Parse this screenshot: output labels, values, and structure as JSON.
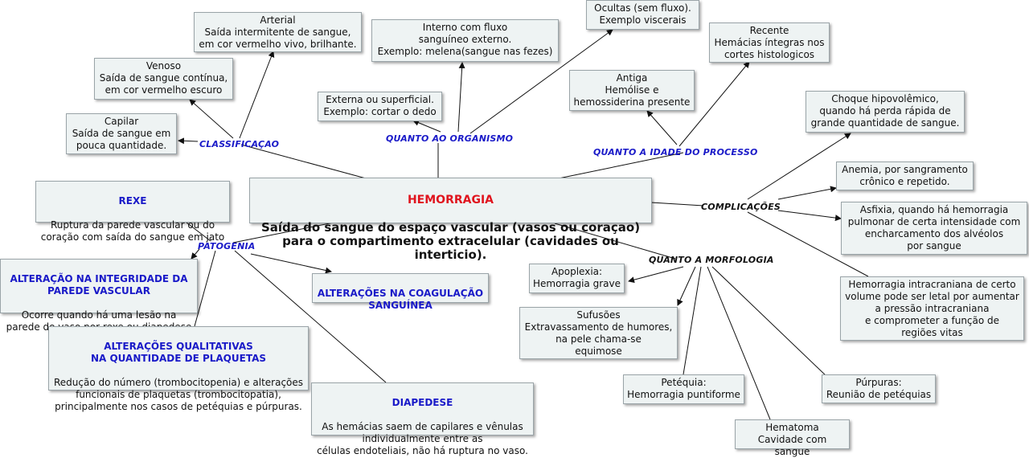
{
  "center": {
    "title": "HEMORRAGIA",
    "lines": "Saída do sangue do espaço vascular (vasos ou coraçao)\npara o compartimento extracelular (cavidades ou interticio)."
  },
  "labels": {
    "classificacao": "CLASSIFICAÇAO",
    "quanto_organismo": "QUANTO AO ORGANISMO",
    "quanto_idade": "QUANTO A IDADE DO PROCESSO",
    "complicacoes": "COMPLICAÇÕES",
    "quanto_morfologia": "QUANTO A MORFOLOGIA",
    "patogenia": "PATOGENIA"
  },
  "classificacao": {
    "arterial": "Arterial\nSaída intermitente de sangue,\nem cor vermelho vivo, brilhante.",
    "venoso": "Venoso\nSaída de sangue contínua,\nem cor vermelho escuro",
    "capilar": "Capilar\nSaída de sangue em\npouca quantidade."
  },
  "organismo": {
    "interno": "Interno com fluxo\nsanguíneo externo.\nExemplo: melena(sangue nas fezes)",
    "ocultas": "Ocultas (sem fluxo).\nExemplo viscerais",
    "externa": "Externa ou superficial.\nExemplo: cortar o dedo"
  },
  "idade": {
    "recente": "Recente\nHemácias íntegras nos\ncortes histologicos",
    "antiga": "Antiga\nHemólise e\nhemossiderina presente"
  },
  "complicacoes": {
    "choque": "Choque hipovolêmico,\nquando há perda rápida de\ngrande quantidade de sangue.",
    "anemia": "Anemia, por sangramento\ncrônico e repetido.",
    "asfixia": "Asfixia, quando há hemorragia\npulmonar de certa intensidade com\nencharcamento dos alvéolos\npor sangue",
    "intracraniana": "Hemorragia intracraniana de certo\nvolume pode ser letal por aumentar\na pressão intracraniana\ne comprometer a função de\nregiões vitas"
  },
  "morfologia": {
    "apoplexia": "Apoplexia:\nHemorragia grave",
    "sufusoes": "Sufusões\nExtravassamento de humores,\nna pele chama-se\nequimose",
    "petequia": "Petéquia:\nHemorragia puntiforme",
    "purpuras": "Púrpuras:\nReunião de petéquias",
    "hematoma": "Hematoma\nCavidade com sangue"
  },
  "patogenia": {
    "rexe_title": "REXE",
    "rexe_text": "Ruptura da parede vascular ou do\ncoração com saída do sangue em jato",
    "integridade_title": "ALTERAÇÃO NA INTEGRIDADE DA\nPAREDE VASCULAR",
    "integridade_text": "Ocorre quando há uma lesão na\nparede do vaso por rexe ou diapedese",
    "coagulacao_title": "ALTERAÇÕES NA COAGULAÇÃO\nSANGUÍNEA",
    "plaquetas_title": "ALTERAÇÕES QUALITATIVAS\nNA QUANTIDADE DE PLAQUETAS",
    "plaquetas_text": "Redução do número (trombocitopenia) e alterações\nfuncionais de plaquetas (trombocitopatia),\nprincipalmente nos casos de petéquias e púrpuras.",
    "diapedese_title": "DIAPEDESE",
    "diapedese_text": "As hemácias saem de capilares e vênulas\nindividualmente entre as\ncélulas endoteliais, não há ruptura no vaso."
  }
}
